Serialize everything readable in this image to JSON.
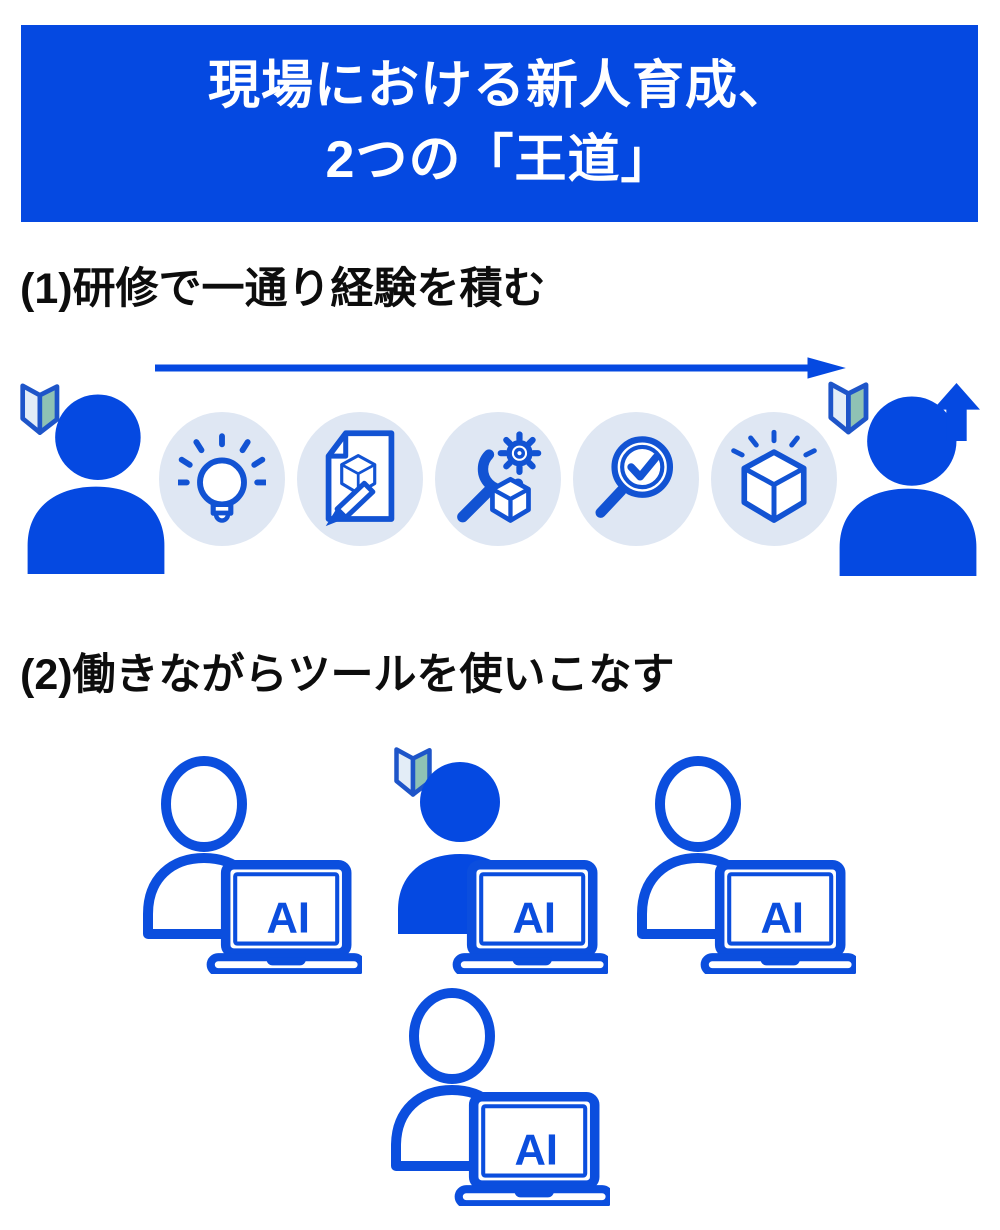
{
  "banner": {
    "line1": "現場における新人育成、",
    "line2": "2つの「王道」",
    "bg_color": "#0549e1",
    "text_color": "#ffffff"
  },
  "section1": {
    "heading": "(1)研修で一通り経験を積む",
    "left_person": {
      "type": "beginner-filled",
      "badge_icon": "beginner-book-icon"
    },
    "progress_arrow": {
      "direction": "right",
      "color": "#0549e1"
    },
    "steps": [
      {
        "name": "idea",
        "icon": "lightbulb-icon"
      },
      {
        "name": "design",
        "icon": "design-document-icon"
      },
      {
        "name": "build",
        "icon": "wrench-gear-cube-icon"
      },
      {
        "name": "review",
        "icon": "magnifier-check-icon"
      },
      {
        "name": "deliver",
        "icon": "finished-cube-icon"
      }
    ],
    "right_person": {
      "type": "grown-filled",
      "badge_icon": "beginner-book-icon",
      "growth_icon": "level-up-arrow-icon"
    }
  },
  "section2": {
    "heading": "(2)働きながらツールを使いこなす",
    "people": [
      {
        "type": "outline",
        "laptop_label": "AI"
      },
      {
        "type": "filled-beginner",
        "badge_icon": "beginner-book-icon",
        "laptop_label": "AI"
      },
      {
        "type": "outline",
        "laptop_label": "AI"
      },
      {
        "type": "outline",
        "laptop_label": "AI"
      }
    ]
  },
  "colors": {
    "primary_blue": "#0549e1",
    "icon_stroke_blue": "#1253d3",
    "outline_blue": "#0b4ede",
    "step_circle_bg": "#dfe7f3",
    "book_left_page": "#e3edf7",
    "book_right_page": "#8fc2b4"
  }
}
